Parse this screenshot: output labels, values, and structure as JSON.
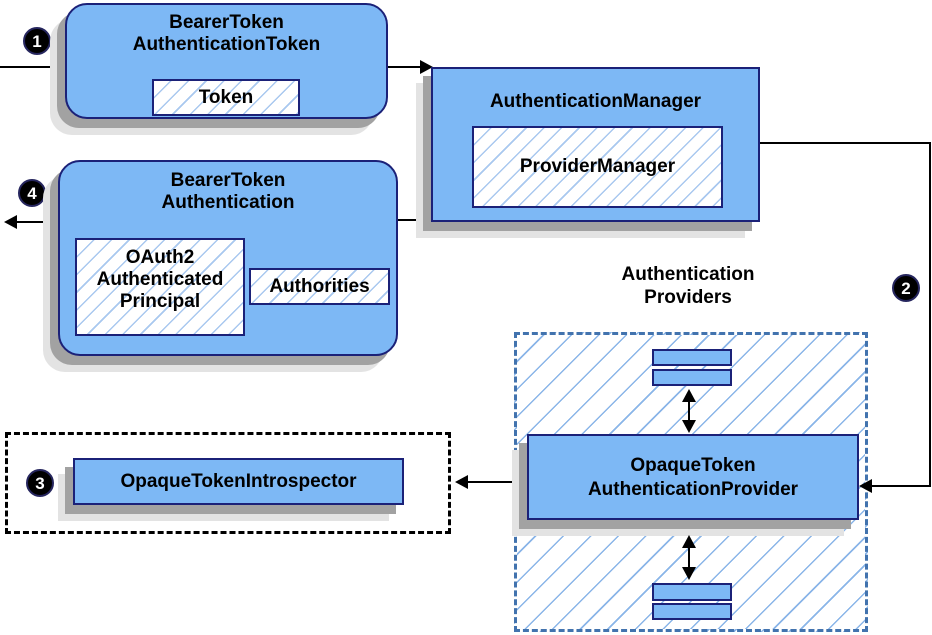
{
  "steps": {
    "s1": "1",
    "s2": "2",
    "s3": "3",
    "s4": "4"
  },
  "nodes": {
    "bearer_token_authentication_token": {
      "line1": "BearerToken",
      "line2": "AuthenticationToken",
      "token": "Token"
    },
    "authentication_manager": {
      "title": "AuthenticationManager",
      "provider_manager": "ProviderManager"
    },
    "bearer_token_authentication": {
      "line1": "BearerToken",
      "line2": "Authentication",
      "principal_line1": "OAuth2",
      "principal_line2": "Authenticated",
      "principal_line3": "Principal",
      "authorities": "Authorities"
    },
    "authentication_providers_label": {
      "line1": "Authentication",
      "line2": "Providers"
    },
    "opaque_token_authentication_provider": {
      "line1": "OpaqueToken",
      "line2": "AuthenticationProvider"
    },
    "opaque_token_introspector": {
      "label": "OpaqueTokenIntrospector"
    }
  },
  "colors": {
    "node_fill": "#7db8f5",
    "node_border": "#1b2178",
    "hatch_line": "#a9c8ef",
    "container_hatch_line": "#8ab5e8",
    "container_dashed_border": "#4273ae",
    "black_dashed_border": "#000000",
    "shadow_dark": "#a2a2a2",
    "shadow_light": "#e3e3e3",
    "arrow": "#000000",
    "badge_fill": "#000000",
    "badge_text": "#ffffff"
  }
}
